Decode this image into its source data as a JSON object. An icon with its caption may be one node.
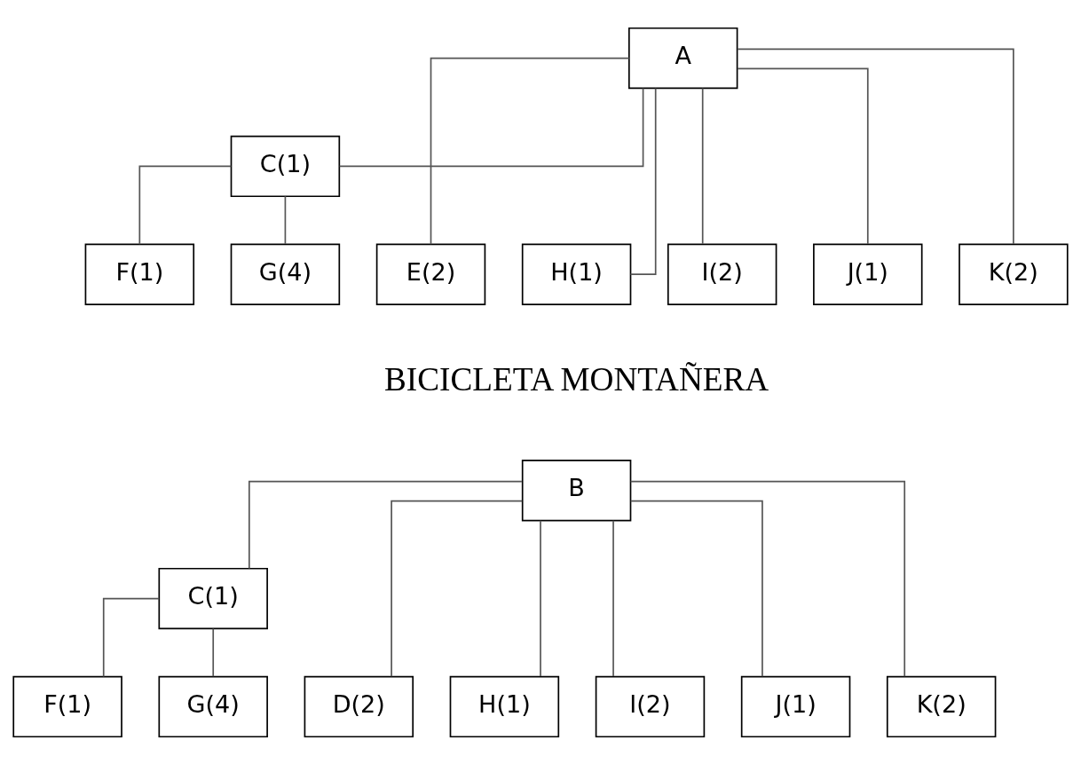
{
  "diagram": {
    "nodes": [
      {
        "text": [
          "A"
        ]
      },
      {
        "text": [
          "C(1)"
        ]
      },
      {
        "text": [
          "E(2)"
        ]
      },
      {
        "text": [
          "F(1)"
        ]
      },
      {
        "text": [
          "G(4)"
        ]
      },
      {
        "text": [
          "H(1)"
        ]
      },
      {
        "text": [
          "I(2)"
        ]
      },
      {
        "text": [
          "J(1)"
        ]
      },
      {
        "text": [
          "K(2)"
        ]
      },
      {
        "text": [
          "B"
        ]
      },
      {
        "text": [
          "C(1)"
        ]
      },
      {
        "text": [
          "D(2)"
        ]
      },
      {
        "text": [
          "F(1)"
        ]
      },
      {
        "text": [
          "G(4)"
        ]
      },
      {
        "text": [
          "H(1)"
        ]
      },
      {
        "text": [
          "I(2)"
        ]
      },
      {
        "text": [
          "J(1)"
        ]
      },
      {
        "text": [
          "K(2)"
        ]
      }
    ],
    "edges": [
      {
        "from": 0,
        "to": 2,
        "arrow": "none"
      },
      {
        "from": 0,
        "to": 1,
        "arrow": "none"
      },
      {
        "from": 1,
        "to": 3,
        "arrow": "none"
      },
      {
        "from": 1,
        "to": 4,
        "arrow": "none"
      },
      {
        "from": 0,
        "to": 5,
        "arrow": "none"
      },
      {
        "from": 0,
        "to": 6,
        "arrow": "none"
      },
      {
        "from": 0,
        "to": 7,
        "arrow": "none"
      },
      {
        "from": 0,
        "to": 8,
        "arrow": "none"
      },
      {
        "from": 9,
        "to": 11,
        "arrow": "none"
      },
      {
        "from": 9,
        "to": 10,
        "arrow": "none"
      },
      {
        "from": 10,
        "to": 12,
        "arrow": "none"
      },
      {
        "from": 10,
        "to": 13,
        "arrow": "none"
      },
      {
        "from": 9,
        "to": 14,
        "arrow": "none"
      },
      {
        "from": 9,
        "to": 15,
        "arrow": "none"
      },
      {
        "from": 9,
        "to": 16,
        "arrow": "none"
      },
      {
        "from": 9,
        "to": 17,
        "arrow": "none"
      }
    ],
    "labels": [
      "BICICLETA MONTAÑERA"
    ]
  }
}
